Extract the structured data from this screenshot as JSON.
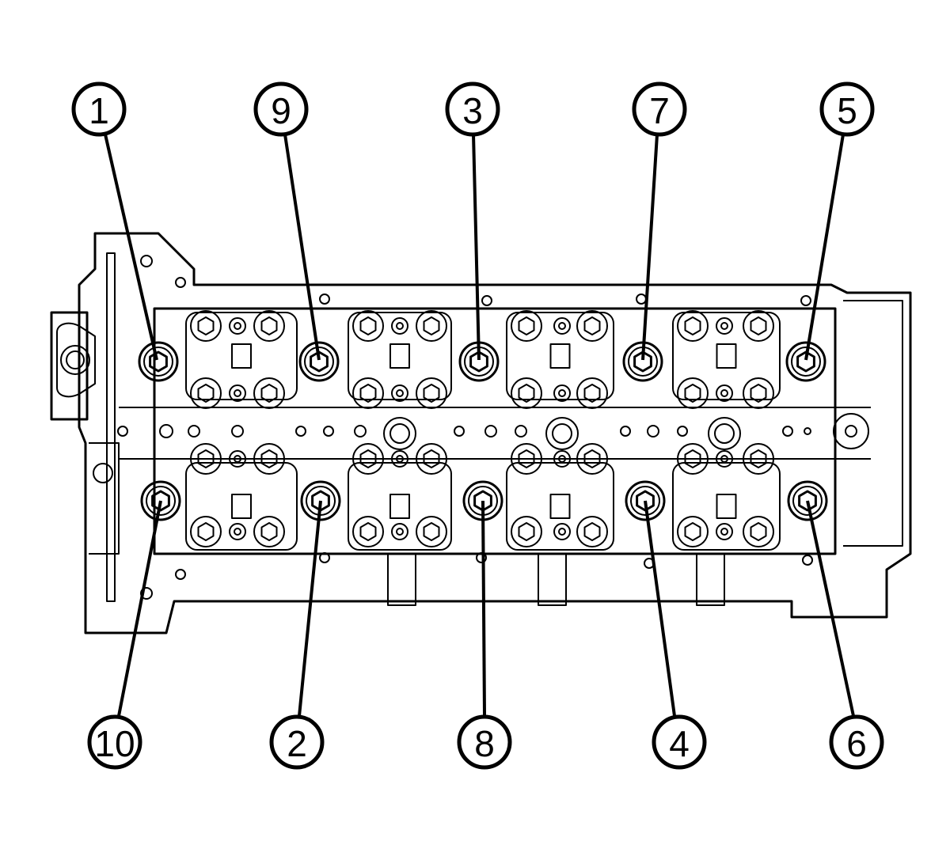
{
  "callouts": {
    "top": [
      "1",
      "9",
      "3",
      "7",
      "5"
    ],
    "bottom": [
      "10",
      "2",
      "8",
      "4",
      "6"
    ]
  },
  "colors": {
    "line": "#000000",
    "background": "#ffffff"
  }
}
